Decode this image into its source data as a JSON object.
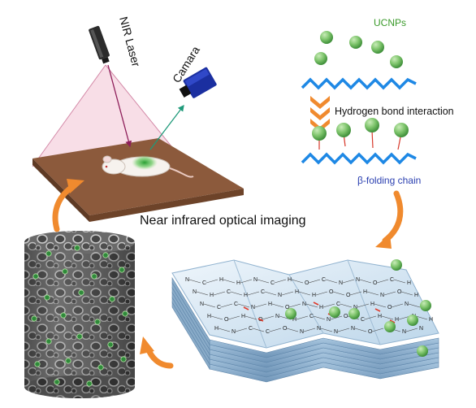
{
  "labels": {
    "nir_laser": "NIR Laser",
    "camera": "Camara",
    "ucnps": "UCNPs",
    "hbond": "Hydrogen bond interaction",
    "beta_chain": "β-folding chain",
    "main_caption": "Near infrared optical imaging"
  },
  "colors": {
    "zigzag": "#1e88e5",
    "ucnp": "#7cc36a",
    "ucnp_dark": "#3f8f3a",
    "arrow": "#f08a2e",
    "laser_cone": "#f3c2d4",
    "mat": "#8c5a3c",
    "beta_label": "#2a3fb0",
    "ucnp_label": "#3a9a2a"
  },
  "sheet_atoms": [
    "H",
    "N",
    "C",
    "O"
  ],
  "icons": {
    "laser": "nir-laser-device-icon",
    "camera": "camera-icon",
    "mouse": "mouse-icon",
    "scaffold": "porous-scaffold-cylinder",
    "sheet": "beta-sheet-scaffold"
  }
}
